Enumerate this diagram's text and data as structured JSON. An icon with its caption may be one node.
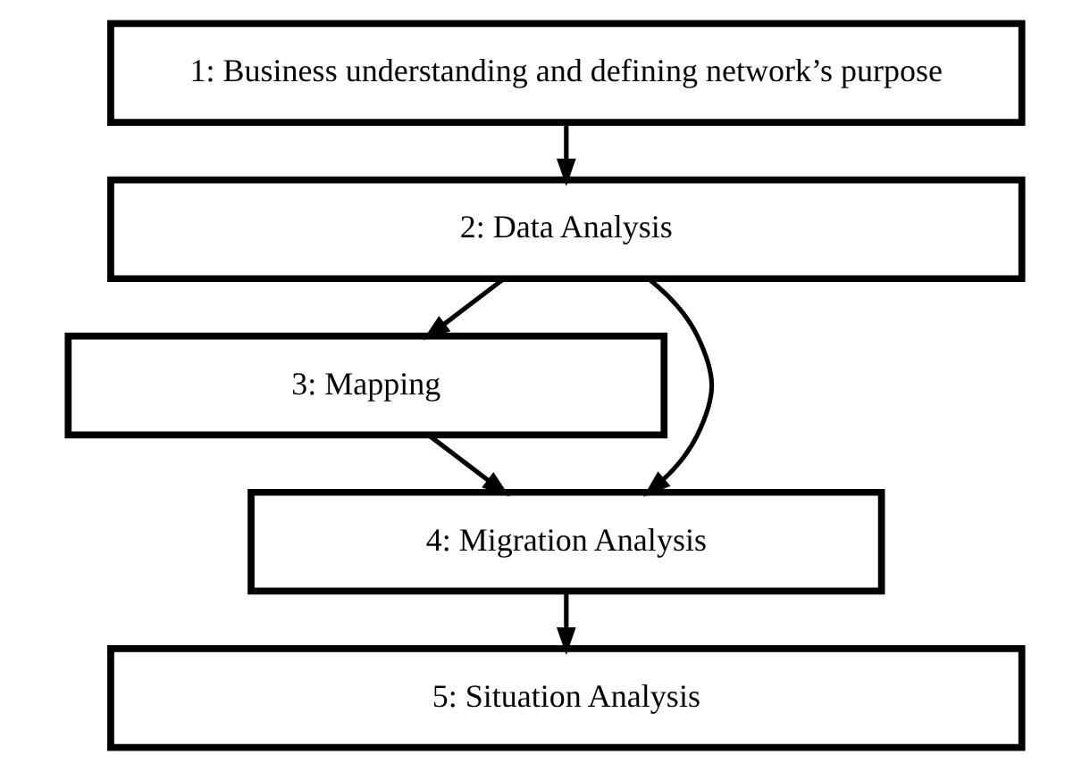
{
  "diagram": {
    "nodes": [
      {
        "text": [
          "1: Business understanding and defining network’s purpose"
        ]
      },
      {
        "text": [
          "2: Data Analysis"
        ]
      },
      {
        "text": [
          "3: Mapping"
        ]
      },
      {
        "text": [
          "4: Migration Analysis"
        ]
      },
      {
        "text": [
          "5: Situation Analysis"
        ]
      }
    ],
    "edges": [
      {
        "from": 0,
        "to": 1,
        "arrow": "to"
      },
      {
        "from": 1,
        "to": 2,
        "arrow": "to"
      },
      {
        "from": 1,
        "to": 3,
        "arrow": "to"
      },
      {
        "from": 2,
        "to": 3,
        "arrow": "to"
      },
      {
        "from": 3,
        "to": 4,
        "arrow": "to"
      }
    ]
  }
}
